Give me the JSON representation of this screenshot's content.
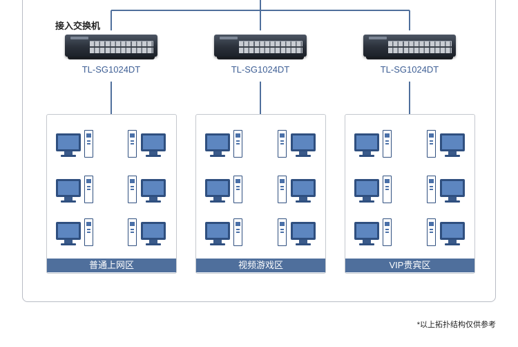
{
  "diagram": {
    "access_switch_label": "接入交换机",
    "switches": [
      {
        "model": "TL-SG1024DT"
      },
      {
        "model": "TL-SG1024DT"
      },
      {
        "model": "TL-SG1024DT"
      }
    ],
    "zones": [
      {
        "label": "普通上网区"
      },
      {
        "label": "视频游戏区"
      },
      {
        "label": "VIP贵宾区"
      }
    ],
    "note": "*以上拓扑结构仅供参考",
    "colors": {
      "link_line": "#4f6f9c",
      "zone_bar": "#4f6f9c",
      "monitor": "#2f4f7f",
      "model_text": "#3e5f95"
    },
    "icons": [
      "switch-icon",
      "computer-icon"
    ]
  }
}
